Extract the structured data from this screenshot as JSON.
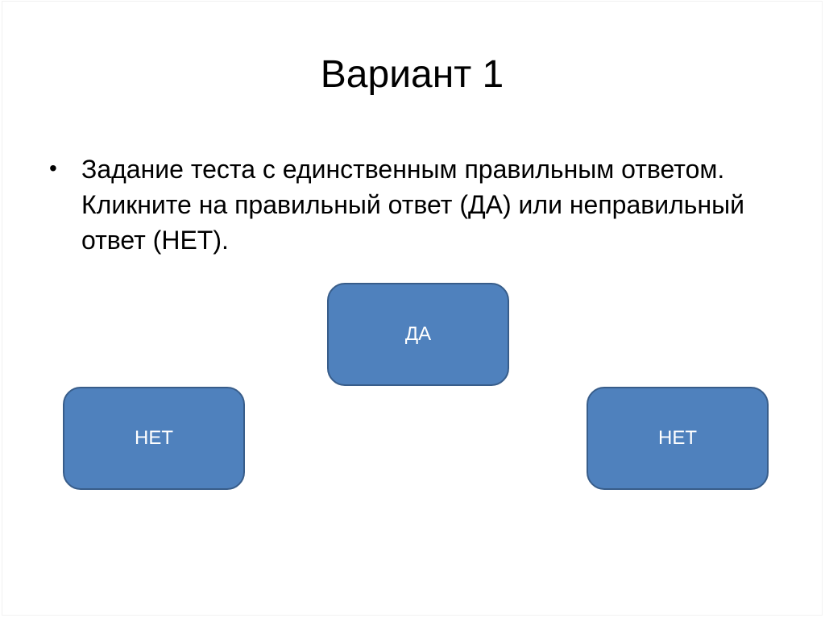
{
  "slide": {
    "title": "Вариант 1",
    "bullet": {
      "marker": "•",
      "text": "Задание теста с единственным правильным ответом. Кликните на правильный ответ (ДА) или неправильный ответ (НЕТ)."
    },
    "buttons": {
      "yes": {
        "label": "ДА"
      },
      "no_left": {
        "label": "НЕТ"
      },
      "no_right": {
        "label": "НЕТ"
      }
    },
    "colors": {
      "button_fill": "#4f81bd",
      "button_border": "#385d8a",
      "button_text": "#ffffff",
      "text": "#000000",
      "background": "#ffffff"
    }
  }
}
